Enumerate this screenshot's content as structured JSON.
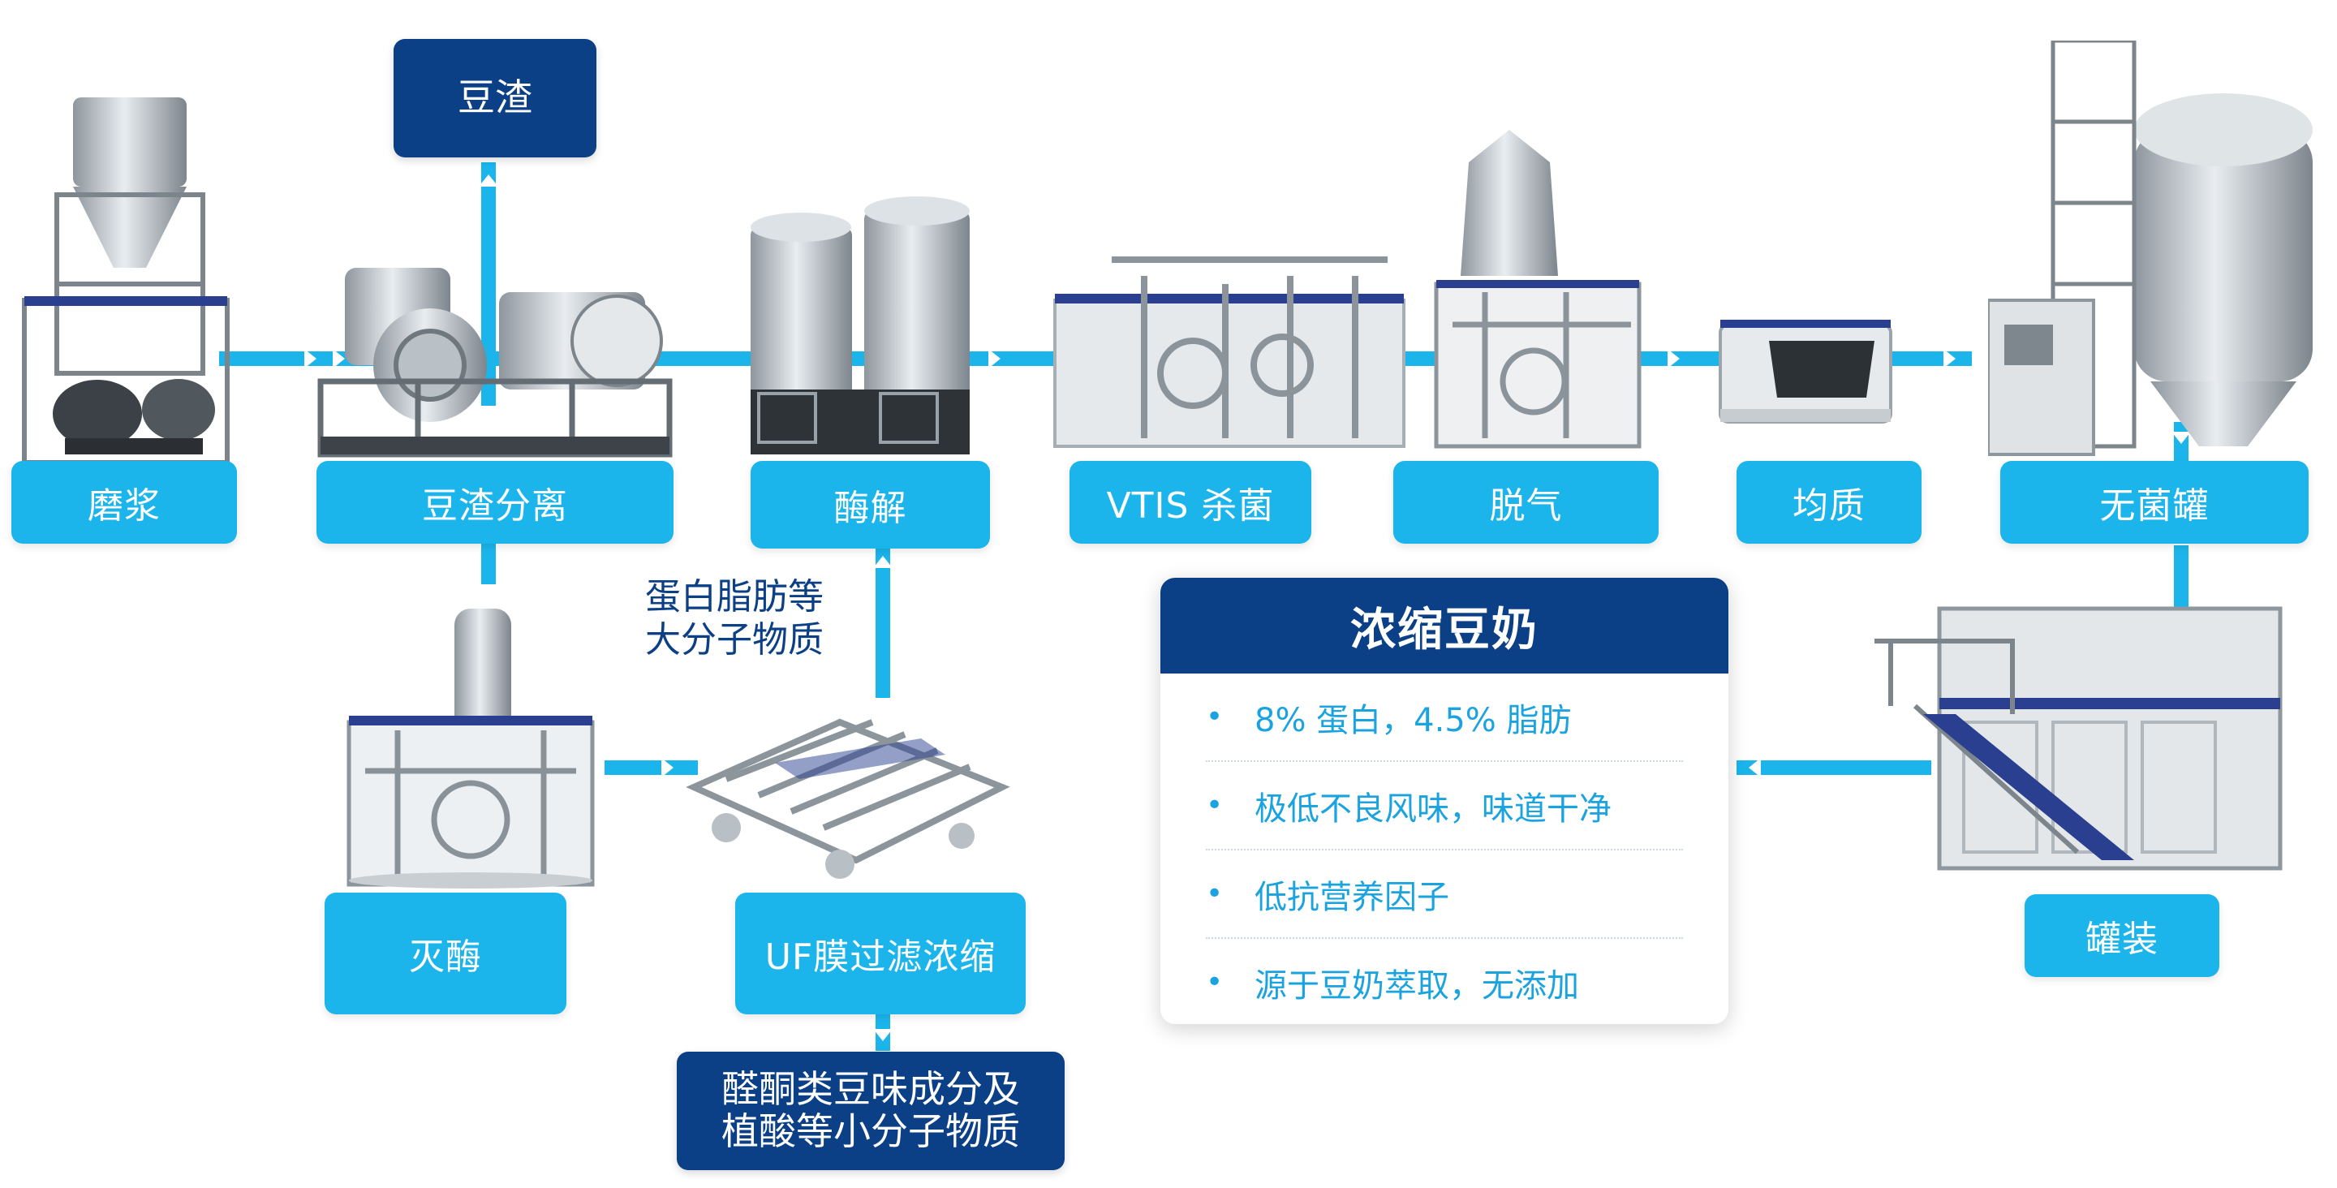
{
  "colors": {
    "arrow": "#1bb5ec",
    "label_bg": "#1bb5ec",
    "dark_bg": "#0b3f86",
    "panel_text": "#1aa3de"
  },
  "steps": {
    "grinding": "磨浆",
    "okara_separation": "豆渣分离",
    "enzymolysis": "酶解",
    "vtis_sterilization": "VTIS 杀菌",
    "deaeration": "脱气",
    "homogenization": "均质",
    "aseptic_tank": "无菌罐",
    "enzyme_inactivation": "灭酶",
    "uf_concentration": "UF膜过滤浓缩",
    "filling": "罐装"
  },
  "byproducts": {
    "okara": "豆渣",
    "macromolecules_line1": "蛋白脂肪等",
    "macromolecules_line2": "大分子物质",
    "small_molecules_line1": "醛酮类豆味成分及",
    "small_molecules_line2": "植酸等小分子物质"
  },
  "panel": {
    "title": "浓缩豆奶",
    "items": [
      "8% 蛋白，4.5% 脂肪",
      "极低不良风味，味道干净",
      "低抗营养因子",
      "源于豆奶萃取，无添加"
    ]
  }
}
